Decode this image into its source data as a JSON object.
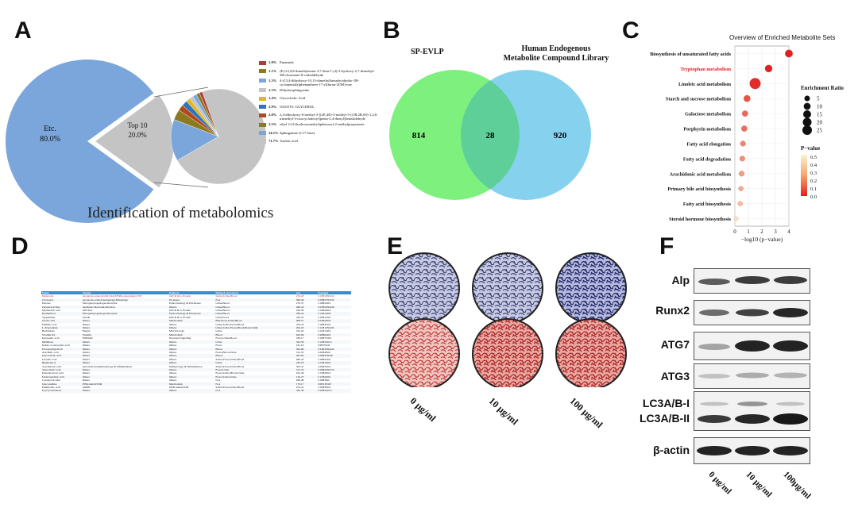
{
  "panels": {
    "A": "A",
    "B": "B",
    "C": "C",
    "D": "D",
    "E": "E",
    "F": "F"
  },
  "panel_a": {
    "caption": "Identification of metabolomics",
    "main_pie": [
      {
        "label": "Etc.",
        "pct": "80.0%",
        "value": 80.0,
        "color": "#7aa6dc"
      },
      {
        "label": "Top 10",
        "pct": "20.0%",
        "value": 20.0,
        "color": "#c4c4c4"
      }
    ],
    "legend": [
      {
        "pct": "1.0%",
        "name": "Emamide",
        "color": "#b13a3a"
      },
      {
        "pct": "1.1%",
        "name": "(E)-2-(4,8-dimethylnona-3,7-dien-1-yl)-3-hydroxy-2,7-dimethyl-2H-chromene-8-carbaldehyde",
        "color": "#8b7a16"
      },
      {
        "pct": "1.3%",
        "name": "4-(13,4-dihydroxy-10,13-dimethylhexadecahydro-1H-cyclopenta[a]phenanthren-17-yl)furan-2(5H)-one",
        "color": "#7aa6dc"
      },
      {
        "pct": "1.3%",
        "name": "Dihydrosphingosine",
        "color": "#c4c4c4"
      },
      {
        "pct": "1.4%",
        "name": "Glycocholic Acid",
        "color": "#e3b81a"
      },
      {
        "pct": "1.9%",
        "name": "OLEOYL-GLYCEROL",
        "color": "#2f74c0"
      },
      {
        "pct": "2.0%",
        "name": "2,4-dihydroxy-6-methyl-3-[(2E,4E)-3-methyl-5-[(1R,2R,6S)-1,2,6-trimethyl-3-oxocyclohexyl]penta-2,4-dienyl]benzaldehyde",
        "color": "#b14a1a"
      },
      {
        "pct": "3.5%",
        "name": "ethyl 2-(3-(hydroxymethyl)phenoxy)-2-methylpropanoate",
        "color": "#8d7a1e"
      },
      {
        "pct": "14.1%",
        "name": "Sphinganine (C17 base)",
        "color": "#7aa6dc"
      },
      {
        "pct": "71.7%",
        "name": "Azelaic acid",
        "color": "#c4c4c4"
      }
    ]
  },
  "panel_b": {
    "left_label": "SP-EVLP",
    "right_label_1": "Human Endogenous",
    "right_label_2": "Metabolite Compound Library",
    "left_only": "814",
    "overlap": "28",
    "right_only": "920",
    "left_color": "#7ef07e",
    "right_color": "#86d2ee"
  },
  "chart_data": {
    "type": "scatter",
    "title": "Overview of Enriched Metabolite Sets",
    "xlabel": "−log10 (p−value)",
    "xlim": [
      0,
      4
    ],
    "x_ticks": [
      "0",
      "1",
      "2",
      "3",
      "4"
    ],
    "size_legend_title": "Enrichment Ratio",
    "size_legend": [
      "5",
      "10",
      "15",
      "20",
      "25"
    ],
    "color_legend_title": "P−value",
    "color_legend": [
      "0.5",
      "0.4",
      "0.3",
      "0.2",
      "0.1",
      "0.0"
    ],
    "highlight_color": "#e21f1f",
    "points": [
      {
        "name": "Biosynthesis of unsaturated fatty acids",
        "x": 4.0,
        "ratio": 9,
        "p": 0.0001,
        "highlight": false
      },
      {
        "name": "Tryptophan metabolism",
        "x": 2.5,
        "ratio": 8,
        "p": 0.003,
        "highlight": true
      },
      {
        "name": "Linoleic acid metabolism",
        "x": 1.5,
        "ratio": 24,
        "p": 0.03,
        "highlight": false
      },
      {
        "name": "Starch and sucrose metabolism",
        "x": 0.9,
        "ratio": 6,
        "p": 0.13,
        "highlight": false
      },
      {
        "name": "Galactose metabolism",
        "x": 0.75,
        "ratio": 4,
        "p": 0.18,
        "highlight": false
      },
      {
        "name": "Porphyrin metabolism",
        "x": 0.7,
        "ratio": 4,
        "p": 0.2,
        "highlight": false
      },
      {
        "name": "Fatty acid elongation",
        "x": 0.6,
        "ratio": 3,
        "p": 0.25,
        "highlight": false
      },
      {
        "name": "Fatty acid degradation",
        "x": 0.55,
        "ratio": 3,
        "p": 0.28,
        "highlight": false
      },
      {
        "name": "Arachidonic acid metabolism",
        "x": 0.5,
        "ratio": 3,
        "p": 0.32,
        "highlight": false
      },
      {
        "name": "Primary bile acid biosynthesis",
        "x": 0.45,
        "ratio": 2,
        "p": 0.35,
        "highlight": false
      },
      {
        "name": "Fatty acid biosynthesis",
        "x": 0.4,
        "ratio": 2,
        "p": 0.4,
        "highlight": false
      },
      {
        "name": "Steroid hormone biosynthesis",
        "x": 0.1,
        "ratio": 1,
        "p": 0.8,
        "highlight": false
      }
    ]
  },
  "panel_d": {
    "headers": [
      "Name",
      "Targets",
      "Pathway",
      "Method and source",
      "m/z",
      "Formula"
    ],
    "rows": [
      [
        "Melatonin",
        "Apoptosis-related,GSK3/AKT/ERK,Autophagy,CYP",
        "GPCR & G Protein",
        "Saliva,Urine,Blood",
        "232.28",
        "C13H16N2O2"
      ],
      [
        "Cilostazol",
        "Apoptosis-related,Autophagy,Mitophagy",
        "Proteases",
        "N.A",
        "369.46",
        "C20H27N5O2"
      ],
      [
        "Estrone",
        "Estrogen/progestogen Receptor",
        "Endocrinology & Hormones",
        "Urine,Blood",
        "270.37",
        "C18H22O2"
      ],
      [
        "Oxytetracycline",
        "Antibiotic,Bacterial,Infection",
        "Others",
        "Urine,Blood",
        "460.43",
        "C22H24N2O9"
      ],
      [
        "Myristoleic acid",
        "GPCR/G",
        "GPCR & G Protein",
        "Urine,Blood",
        "226.36",
        "C14H26O2"
      ],
      [
        "Kaempferol",
        "Estrogen/progestogen Receptor",
        "Endocrinology & Hormones",
        "Urine,Blood",
        "286.24",
        "C15H10O6"
      ],
      [
        "Tryptamine",
        "TAAR",
        "GPCR & G Protein",
        "Urine,Feces",
        "160.22",
        "C10H12N2"
      ],
      [
        "Cholic acid",
        "Others",
        "Metabolism",
        "Bile,Feces,Urine,Blood",
        "408.57",
        "C24H40O5"
      ],
      [
        "Palmitic acid",
        "Others",
        "Others",
        "Urine,Saliva,Feces,Blood",
        "256.42",
        "C16H32O2"
      ],
      [
        "L-Tryptophan",
        "Others",
        "Others",
        "Urine,Saliva,Feces,Blood,Breast milk",
        "204.23",
        "C11H12N2O2"
      ],
      [
        "Barbiturate",
        "Fungal",
        "Microbiology",
        "Urine",
        "194.22",
        "C11H14O3"
      ],
      [
        "Vitamin K2",
        "Vitamin",
        "Metabolism",
        "Blood",
        "650.96",
        "C46H64O2"
      ],
      [
        "Kynurenic acid",
        "NMDAR",
        "Neuronal Signaling",
        "Feces,Urine,Blood",
        "189.17",
        "C10H7NO3"
      ],
      [
        "Melibiose",
        "Others",
        "Others",
        "Urine",
        "342.30",
        "C12H22O11"
      ],
      [
        "Indole-3-carboxylic acid",
        "Others",
        "Others",
        "Feces",
        "161.16",
        "C9H7NO2"
      ],
      [
        "Protoporphyrin IX",
        "Others",
        "Others",
        "Blood",
        "562.66",
        "C34H34N4O4"
      ],
      [
        "Arachidic acid",
        "Others",
        "Others",
        "Feces,Blood,Urine",
        "312.53",
        "C20H40O2"
      ],
      [
        "Glycocholic acid",
        "Others",
        "Others",
        "Blood",
        "465.63",
        "C26H43NO6"
      ],
      [
        "Linoleic acid",
        "Others",
        "Others",
        "Saliva,Feces,Urine,Blood",
        "280.45",
        "C18H32O2"
      ],
      [
        "Bisphenol A",
        "Others",
        "Others",
        "Urine",
        "228.29",
        "C15H16O2"
      ],
      [
        "Arachidonic acid",
        "Anti-infection,Immunology & Inflammation",
        "Immunology & Inflammation",
        "Saliva,Feces,Urine,Blood",
        "304.47",
        "C20H32O2"
      ],
      [
        "Taurocholic acid",
        "Others",
        "Others",
        "Feces,Urine",
        "515.70",
        "C26H45NO7S"
      ],
      [
        "Pentadecanoic acid",
        "Others",
        "Others",
        "Feces,Saliva,Blood,Urine",
        "242.40",
        "C15H30O2"
      ],
      [
        "Undecanedioic acid",
        "Others",
        "Others",
        "Feces,Saliva,Urine",
        "216.27",
        "C11H20O4"
      ],
      [
        "Cetoleyl alcohol",
        "Others",
        "Others",
        "N.A",
        "268.48",
        "C18H36O"
      ],
      [
        "Glucosamine",
        "PI3K/Akt/mTOR",
        "Metabolism",
        "N.A",
        "179.17",
        "C6H13NO5"
      ],
      [
        "Palmitoleic acid",
        "AMPK",
        "PI3K/Akt/mTOR",
        "Saliva,Feces,Urine,Blood",
        "254.41",
        "C16H30O2"
      ],
      [
        "D-(+)-Cellobiose",
        "Others",
        "Others",
        "N.A",
        "342.30",
        "C12H22O11"
      ]
    ]
  },
  "panel_e": {
    "labels": [
      "0 μg/ml",
      "10 μg/ml",
      "100 μg/ml"
    ]
  },
  "panel_f": {
    "bands": [
      "Alp",
      "Runx2",
      "ATG7",
      "ATG3",
      "LC3A/B-I",
      "LC3A/B-II",
      "β-actin"
    ],
    "lanes": [
      "0 μg/ml",
      "10 μg/ml",
      "100μg/ml"
    ]
  }
}
